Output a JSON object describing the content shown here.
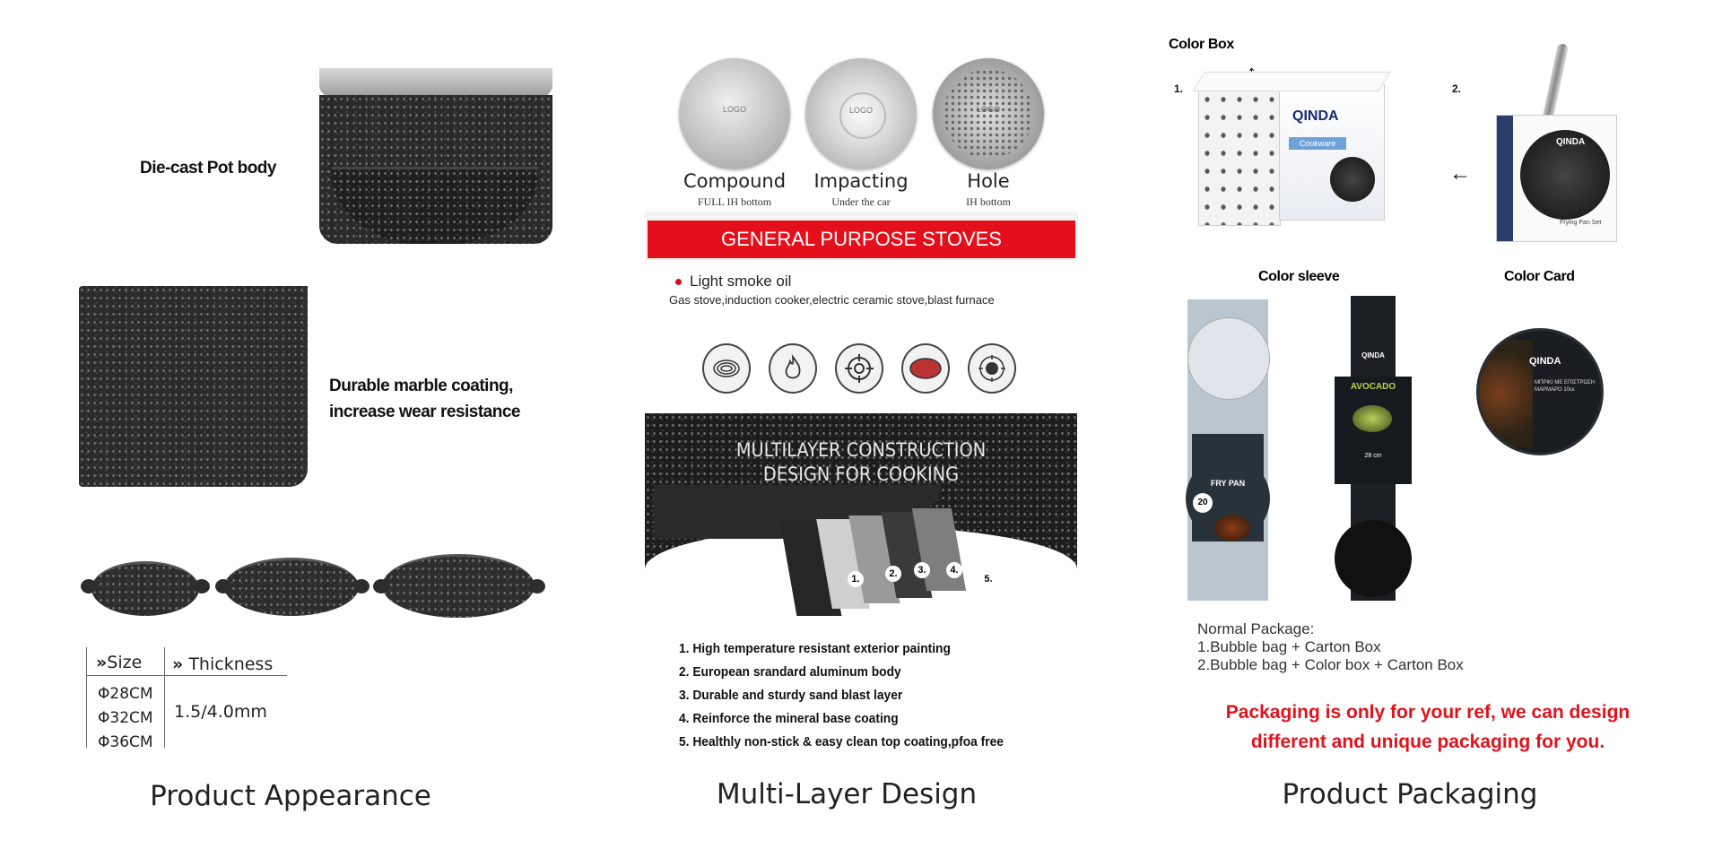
{
  "left": {
    "label_body": "Die-cast Pot body",
    "label_coating_line1": "Durable marble coating,",
    "label_coating_line2": "increase wear resistance",
    "table": {
      "size_header": "Size",
      "thickness_header": "Thickness",
      "sizes": [
        "Φ28CM",
        "Φ32CM",
        "Φ36CM"
      ],
      "thickness": "1.5/4.0mm"
    },
    "caption": "Product Appearance"
  },
  "middle": {
    "bottoms": [
      {
        "title": "Compound",
        "sub": "FULL IH bottom",
        "logo": "LOGO"
      },
      {
        "title": "Impacting",
        "sub": "Under the car",
        "logo": "LOGO"
      },
      {
        "title": "Hole",
        "sub": "IH bottom",
        "logo": "LOGO"
      }
    ],
    "banner": "GENERAL PURPOSE STOVES",
    "bullet": "Light smoke oil",
    "stoves": "Gas stove,induction cooker,electric ceramic stove,blast furnace",
    "stove_icons": [
      "coil-icon",
      "flame-icon",
      "gas-burner-icon",
      "ceramic-plate-icon",
      "induction-icon"
    ],
    "construction_line1": "MULTILAYER CONSTRUCTION",
    "construction_line2": "DESIGN FOR COOKING",
    "layer_numbers": [
      "1.",
      "2.",
      "3.",
      "4.",
      "5."
    ],
    "layers": [
      "1. High temperature resistant exterior painting",
      "2. European srandard aluminum body",
      "3. Durable and sturdy sand blast layer",
      "4. Reinforce the mineral base coating",
      "5. Healthly non-stick & easy clean top coating,pfoa free"
    ],
    "caption": "Multi-Layer Design",
    "colors": {
      "banner": "#e3101b",
      "bullet": "#d0101a"
    }
  },
  "right": {
    "color_box": "Color Box",
    "num1": "1.",
    "num2": "2.",
    "brand": "QINDA",
    "brand_sub": "Cookware",
    "sleeve_product": "Frying Pan Set",
    "color_sleeve": "Color sleeve",
    "color_card": "Color Card",
    "sleeve1_label": "FRY PAN",
    "sleeve1_size": "20",
    "sleeve2_label": "AVOCADO",
    "sleeve2_size": "28 cm",
    "card_text": "ΜΠΡΙΚΙ ΜΕ ΕΠΙΣΤΡΩΣΗ ΜΑΡΜΑΡΟ 10εκ",
    "normal_package": "Normal Package:",
    "option1": "1.Bubble bag + Carton Box",
    "option2": "2.Bubble bag + Color box + Carton Box",
    "note_line1": "Packaging is only for your ref, we can design",
    "note_line2": "different and unique packaging for you.",
    "caption": "Product Packaging",
    "colors": {
      "note": "#e0131c"
    }
  }
}
